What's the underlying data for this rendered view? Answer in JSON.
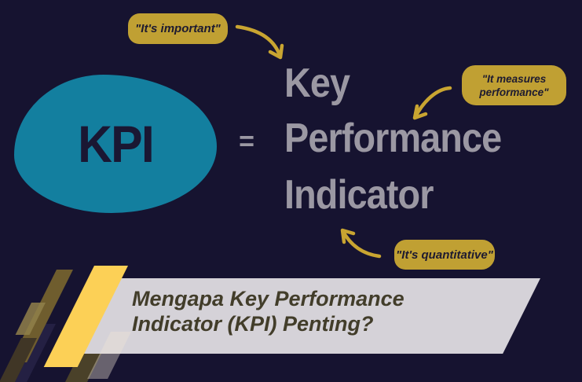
{
  "colors": {
    "background": "#161330",
    "blob": "#137f9f",
    "headline_text": "#9b98a3",
    "pill_background": "#c0a033",
    "pill_text": "#1d1a30",
    "arrow": "#c9a531",
    "banner_background": "#d5d2d8",
    "banner_text": "#423d2a",
    "stripe_yellow": "#fcd056",
    "stripe_olive": "#6f5d2e"
  },
  "kpi": {
    "abbreviation": "KPI",
    "equals_sign": "="
  },
  "headline": {
    "lines": [
      "Key",
      "Performance",
      "Indicator"
    ]
  },
  "annotations": {
    "important": {
      "text": "\"It's important\""
    },
    "measures": {
      "line1": "\"It measures",
      "line2": "performance\""
    },
    "quantitative": {
      "text": "\"It's quantitative\""
    }
  },
  "banner": {
    "line1": "Mengapa Key Performance",
    "line2": "Indicator (KPI) Penting?"
  },
  "icons": {
    "arrow_to_key": "curved-arrow-down-right",
    "arrow_to_performance": "curved-arrow-down-left",
    "arrow_to_indicator": "curved-arrow-up-left"
  }
}
